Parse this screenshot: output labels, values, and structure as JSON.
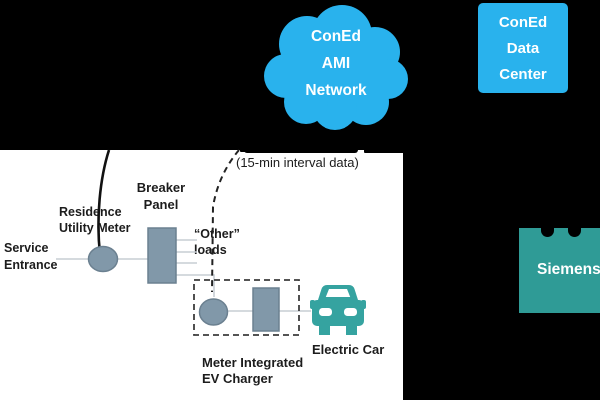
{
  "cloud": {
    "lines": [
      "ConEd",
      "AMI",
      "Network"
    ]
  },
  "data_center": {
    "lines": [
      "ConEd",
      "Data",
      "Center"
    ]
  },
  "siemens": {
    "label": "Siemens"
  },
  "diagram": {
    "interval_note": "(15-min interval data)",
    "service_entrance": [
      "Service",
      "Entrance"
    ],
    "residence_meter": [
      "Residence",
      "Utility Meter"
    ],
    "breaker_panel": [
      "Breaker",
      "Panel"
    ],
    "other_loads": [
      "“Other”",
      "loads"
    ],
    "ev_charger_label": [
      "Meter Integrated",
      "EV Charger"
    ],
    "electric_car": "Electric Car"
  },
  "colors": {
    "background": "#000000",
    "panel": "#FFFFFF",
    "coned_blue": "#29B2ED",
    "shape_gray_blue": "#8198A9",
    "shape_border": "#6B8090",
    "teal_car": "#35A3A0",
    "teal_siemens": "#2F9B96",
    "line_gray": "#C7CDD3",
    "text": "#1C1C1C"
  }
}
